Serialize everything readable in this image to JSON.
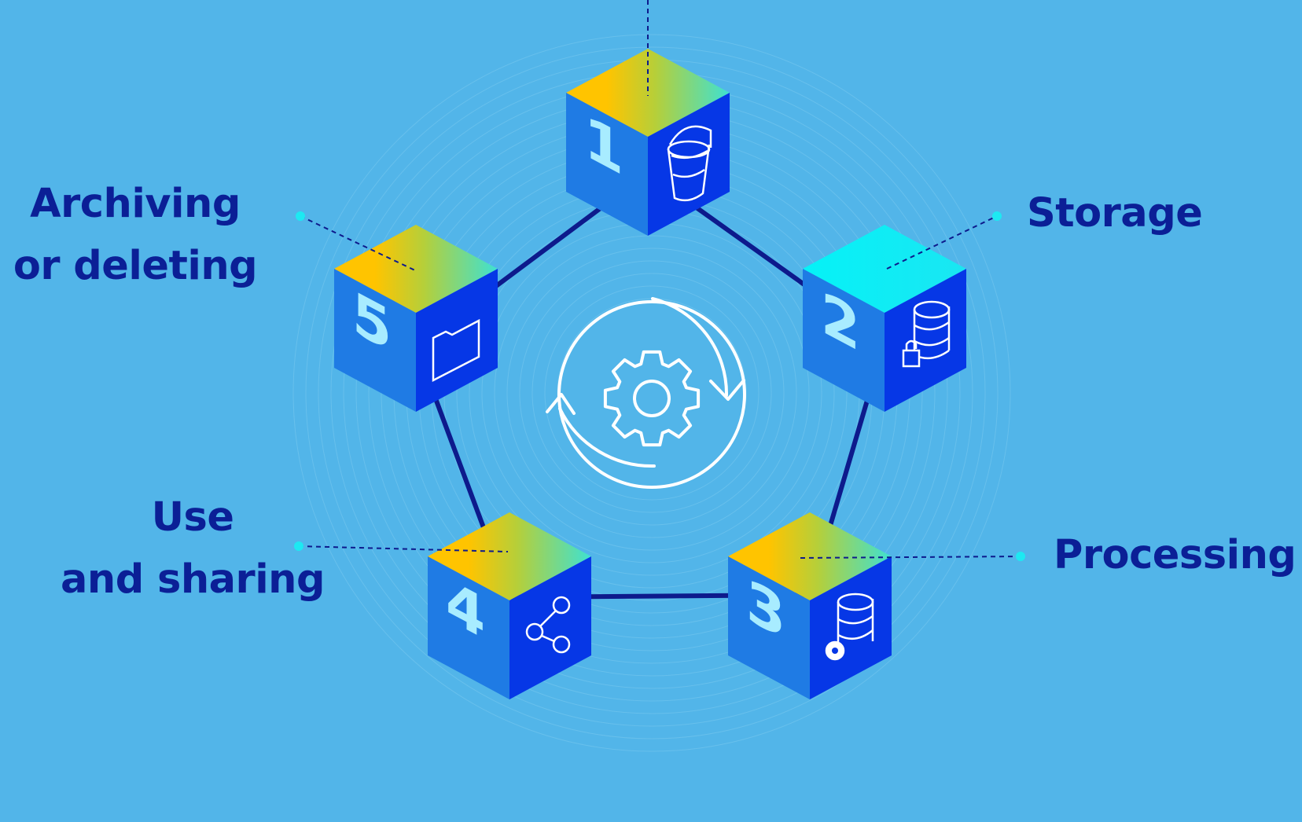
{
  "colors": {
    "background": "#52b5e9",
    "text": "#0b1f96",
    "connector": "#0d1a8c",
    "cube_left": "#1f7be4",
    "cube_right": "#0637e6",
    "accent_dot": "#1de9f2",
    "gradient_yellow": "#ffc400",
    "gradient_cyan": "#3ee1d2"
  },
  "center": {
    "icon": "gear-cycle-icon"
  },
  "stages": [
    {
      "number": "1",
      "label_lines": [],
      "icon": "bucket-icon"
    },
    {
      "number": "2",
      "label_lines": [
        "Storage"
      ],
      "icon": "database-lock-icon"
    },
    {
      "number": "3",
      "label_lines": [
        "Processing"
      ],
      "icon": "database-gear-icon"
    },
    {
      "number": "4",
      "label_lines": [
        "Use",
        "and sharing"
      ],
      "icon": "share-icon"
    },
    {
      "number": "5",
      "label_lines": [
        "Archiving",
        "or deleting"
      ],
      "icon": "folder-icon"
    }
  ]
}
